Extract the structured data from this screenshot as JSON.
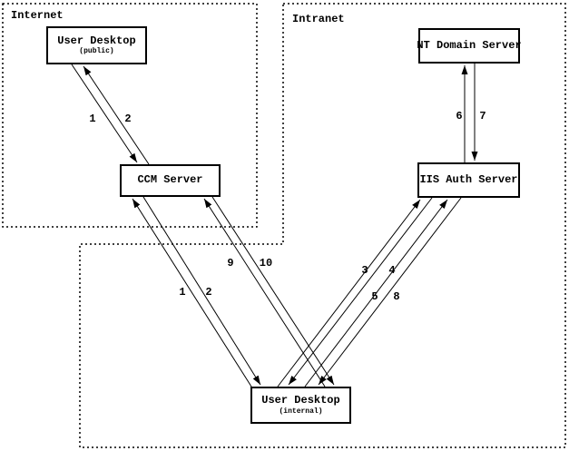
{
  "regions": {
    "internet": "Internet",
    "intranet": "Intranet"
  },
  "nodes": {
    "public_desktop": {
      "title": "User Desktop",
      "subtitle": "(public)"
    },
    "ccm_server": {
      "title": "CCM Server"
    },
    "nt_domain_server": {
      "title": "NT Domain Server"
    },
    "iis_auth_server": {
      "title": "IIS Auth Server"
    },
    "internal_desktop": {
      "title": "User Desktop",
      "subtitle": "(internal)"
    }
  },
  "edges": [
    {
      "label": "1",
      "from": "user-desktop-public",
      "to": "ccm-server"
    },
    {
      "label": "2",
      "from": "ccm-server",
      "to": "user-desktop-public"
    },
    {
      "label": "1",
      "from": "user-desktop-internal",
      "to": "ccm-server"
    },
    {
      "label": "2",
      "from": "ccm-server",
      "to": "user-desktop-internal"
    },
    {
      "label": "9",
      "from": "user-desktop-internal",
      "to": "ccm-server"
    },
    {
      "label": "10",
      "from": "ccm-server",
      "to": "user-desktop-internal"
    },
    {
      "label": "3",
      "from": "user-desktop-internal",
      "to": "iis-auth-server"
    },
    {
      "label": "4",
      "from": "iis-auth-server",
      "to": "user-desktop-internal"
    },
    {
      "label": "5",
      "from": "user-desktop-internal",
      "to": "iis-auth-server"
    },
    {
      "label": "8",
      "from": "iis-auth-server",
      "to": "user-desktop-internal"
    },
    {
      "label": "6",
      "from": "iis-auth-server",
      "to": "nt-domain-server"
    },
    {
      "label": "7",
      "from": "nt-domain-server",
      "to": "iis-auth-server"
    }
  ],
  "colors": {
    "line": "#000000",
    "background": "#ffffff",
    "text": "#000000"
  }
}
